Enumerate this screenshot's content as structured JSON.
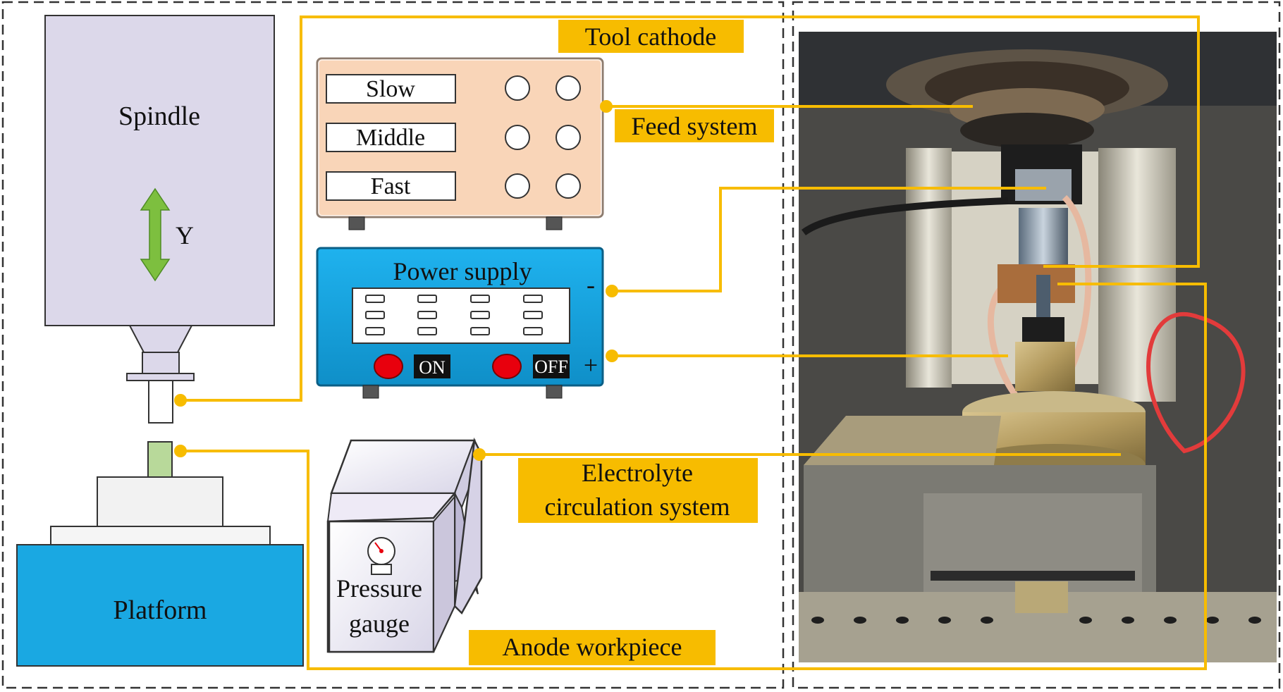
{
  "schematic": {
    "spindle": {
      "label": "Spindle",
      "axis_label": "Y"
    },
    "platform": {
      "label": "Platform"
    },
    "feed_panel": {
      "buttons": [
        "Slow",
        "Middle",
        "Fast"
      ]
    },
    "power_supply": {
      "title": "Power supply",
      "on_label": "ON",
      "off_label": "OFF",
      "negative_terminal": "-",
      "positive_terminal": "+"
    },
    "pressure_gauge": {
      "label_line1": "Pressure",
      "label_line2": "gauge"
    }
  },
  "callouts": {
    "tool_cathode": "Tool cathode",
    "feed_system": "Feed system",
    "electrolyte_line1": "Electrolyte",
    "electrolyte_line2": "circulation system",
    "anode_workpiece": "Anode workpiece"
  },
  "colors": {
    "callout_yellow": "#f7bc00",
    "spindle_fill": "#dcd8ea",
    "feed_panel_fill": "#f9d5b8",
    "power_supply_fill": "#1aa8e2",
    "platform_fill": "#1aa8e2",
    "arrow_green": "#7dbf3f",
    "workpiece_green": "#b8d99a",
    "button_red": "#e8000d"
  },
  "photo": {
    "description_icon": "machine-photo"
  }
}
